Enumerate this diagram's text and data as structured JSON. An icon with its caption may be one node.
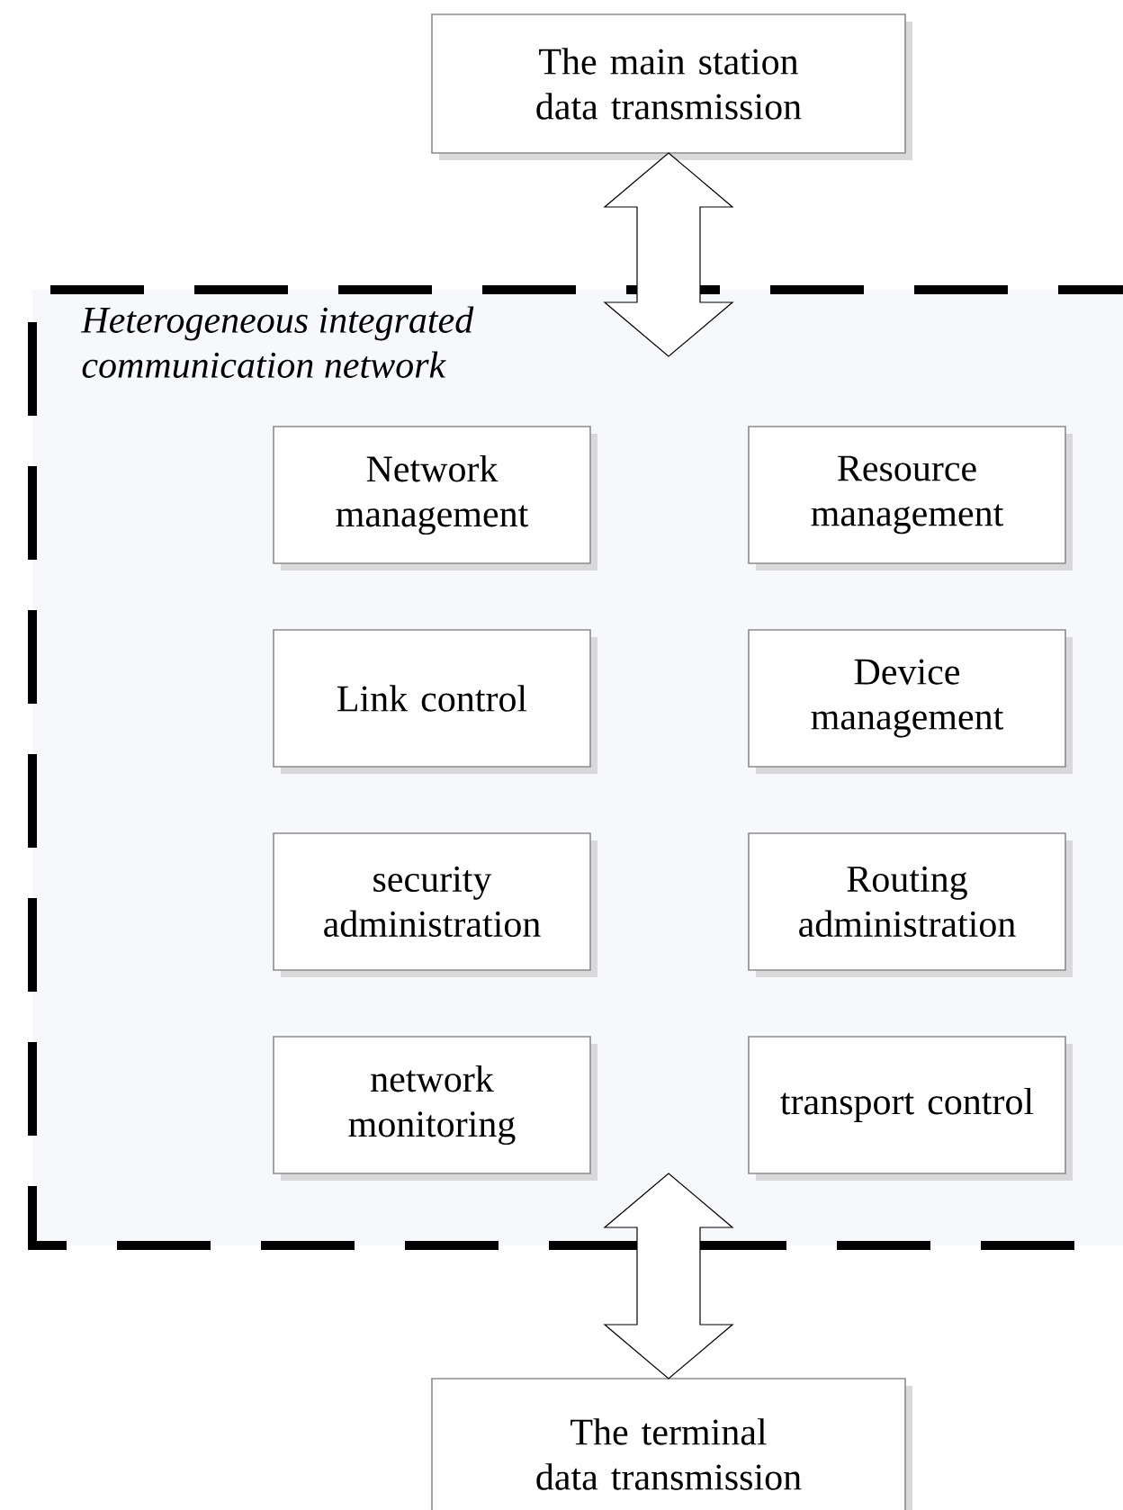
{
  "diagram": {
    "nodes": [
      {
        "text": [
          "The main station data transmission"
        ]
      },
      {
        "text": [
          "Heterogeneous integrated communication network"
        ]
      },
      {
        "text": [
          "Network management"
        ],
        "in": 1
      },
      {
        "text": [
          "Resource management"
        ],
        "in": 1
      },
      {
        "text": [
          "Link control"
        ],
        "in": 1
      },
      {
        "text": [
          "Device management"
        ],
        "in": 1
      },
      {
        "text": [
          "security administration"
        ],
        "in": 1
      },
      {
        "text": [
          "Routing administration"
        ],
        "in": 1
      },
      {
        "text": [
          "network monitoring"
        ],
        "in": 1
      },
      {
        "text": [
          "transport control"
        ],
        "in": 1
      },
      {
        "text": [
          "The terminal data transmission"
        ]
      }
    ],
    "edges": [
      {
        "from": 0,
        "to": 1,
        "arrow": "both"
      },
      {
        "from": 1,
        "to": 10,
        "arrow": "both"
      }
    ]
  }
}
